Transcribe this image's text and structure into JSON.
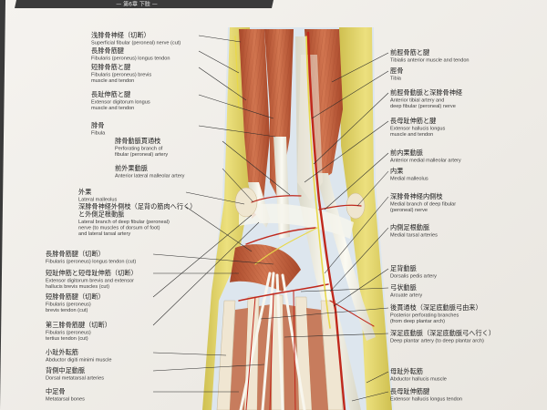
{
  "header": {
    "text": "— 第6章 下肢 —"
  },
  "colors": {
    "page": "#f4f2ee",
    "muscle": "#c8643a",
    "tendon": "#f2f0e6",
    "fat": "#e8d870",
    "artery": "#c0281c",
    "nerve": "#e6d650",
    "fascia": "#dfe8f0"
  },
  "labels_left": [
    {
      "id": "superficial-fibular-nerve-cut",
      "jp": "浅腓骨神経（切断）",
      "en": "Superficial fibular (peroneal) nerve (cut)"
    },
    {
      "id": "fibularis-longus",
      "jp": "長腓骨筋腱",
      "en": "Fibularis (peroneus) longus tendon"
    },
    {
      "id": "fibularis-brevis",
      "jp": "短腓骨筋と腱",
      "en": "Fibularis (peroneus) brevis\nmuscle and tendon"
    },
    {
      "id": "extensor-digitorum-longus",
      "jp": "長趾伸筋と腱",
      "en": "Extensor digitorum longus\nmuscle and tendon"
    },
    {
      "id": "fibula",
      "jp": "腓骨",
      "en": "Fibula"
    },
    {
      "id": "perforating-branch-fibular-artery",
      "jp": "腓骨動脈貫通枝",
      "en": "Perforating branch of\nfibular (peroneal) artery"
    },
    {
      "id": "anterior-lateral-malleolar-artery",
      "jp": "前外果動脈",
      "en": "Anterior lateral malleolar artery"
    },
    {
      "id": "lateral-malleolus",
      "jp": "外果",
      "en": "Lateral malleolus"
    },
    {
      "id": "lateral-branch-deep-fibular-nerve",
      "jp": "深腓骨神経外側枝（足背の筋肉へ行く）\nと外側足根動脈",
      "en": "Lateral branch of deep fibular (peroneal)\nnerve (to muscles of dorsum of foot)\nand lateral tarsal artery"
    },
    {
      "id": "fibularis-longus-tendon-cut",
      "jp": "長腓骨筋腱（切断）",
      "en": "Fibularis (peroneus) longus tendon (cut)"
    },
    {
      "id": "extensor-digitorum-brevis",
      "jp": "短趾伸筋と短母趾伸筋（切断）",
      "en": "Extensor digitorum brevis and extensor\nhallucis brevis muscles (cut)"
    },
    {
      "id": "fibularis-brevis-tendon",
      "jp": "短腓骨筋腱（切断）",
      "en": "Fibularis (peroneus)\nbrevis tendon (cut)"
    },
    {
      "id": "fibularis-tertius-tendon",
      "jp": "第三腓骨筋腱（切断）",
      "en": "Fibularis (peroneus)\ntertius tendon (cut)"
    },
    {
      "id": "abductor-digiti-minimi",
      "jp": "小趾外転筋",
      "en": "Abductor digiti minimi muscle"
    },
    {
      "id": "dorsal-metatarsal-arteries",
      "jp": "背側中足動脈",
      "en": "Dorsal metatarsal arteries"
    },
    {
      "id": "metatarsal-bones",
      "jp": "中足骨",
      "en": "Metatarsal bones"
    }
  ],
  "labels_right": [
    {
      "id": "tibialis-anterior",
      "jp": "前脛骨筋と腱",
      "en": "Tibialis anterior muscle and tendon"
    },
    {
      "id": "tibia",
      "jp": "脛骨",
      "en": "Tibia"
    },
    {
      "id": "anterior-tibial-artery",
      "jp": "前脛骨動脈と深腓骨神経",
      "en": "Anterior tibial artery and\ndeep fibular (peroneal) nerve"
    },
    {
      "id": "extensor-hallucis-longus",
      "jp": "長母趾伸筋と腱",
      "en": "Extensor hallucis longus\nmuscle and tendon"
    },
    {
      "id": "anterior-medial-malleolar-artery",
      "jp": "前内果動脈",
      "en": "Anterior medial malleolar artery"
    },
    {
      "id": "medial-malleolus",
      "jp": "内果",
      "en": "Medial malleolus"
    },
    {
      "id": "medial-branch-deep-fibular-nerve",
      "jp": "深腓骨神経内側枝",
      "en": "Medial branch of deep fibular\n(peroneal) nerve"
    },
    {
      "id": "medial-tarsal-arteries",
      "jp": "内側足根動脈",
      "en": "Medial tarsal arteries"
    },
    {
      "id": "dorsalis-pedis",
      "jp": "足背動脈",
      "en": "Dorsalis pedis artery"
    },
    {
      "id": "arcuate-artery",
      "jp": "弓状動脈",
      "en": "Arcuate artery"
    },
    {
      "id": "posterior-perforating-branches",
      "jp": "後貫通枝（深足底動脈弓由来）",
      "en": "Posterior perforating branches\n(from deep plantar arch)"
    },
    {
      "id": "deep-plantar-artery",
      "jp": "深足底動脈（深足底動脈弓へ行く）",
      "en": "Deep plantar artery (to deep plantar arch)"
    },
    {
      "id": "abductor-hallucis",
      "jp": "母趾外転筋",
      "en": "Abductor hallucis muscle"
    },
    {
      "id": "extensor-hallucis-longus-tendon",
      "jp": "長母趾伸筋腱",
      "en": "Extensor hallucis longus tendon"
    }
  ]
}
